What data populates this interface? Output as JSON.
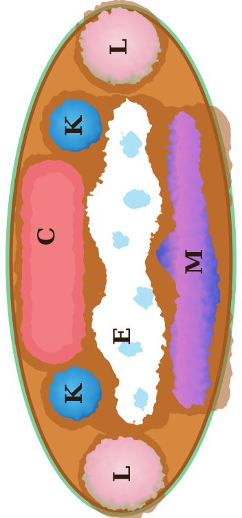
{
  "colors": {
    "outer_rim": "#7fcf9a",
    "background": "#d7883f",
    "background_dark": "#b0601f",
    "C": "#ee6e76",
    "K": "#38a9e0",
    "L": "#f2b9c7",
    "E": "#ffffff",
    "E_spots": "#9fdcf5",
    "M": "#c27bd6",
    "M_dark": "#4b5fd6"
  },
  "regions": {
    "L_top": {
      "label": "L"
    },
    "K_top": {
      "label": "K"
    },
    "C": {
      "label": "C"
    },
    "E": {
      "label": "E"
    },
    "M": {
      "label": "M"
    },
    "K_bottom": {
      "label": "K"
    },
    "L_bottom": {
      "label": "L"
    }
  }
}
